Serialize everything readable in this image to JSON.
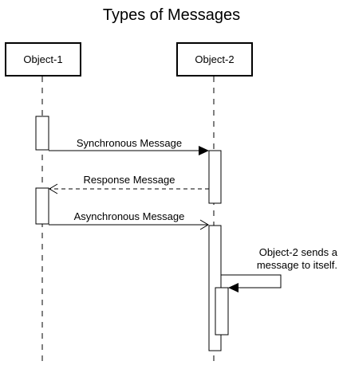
{
  "title": "Types of Messages",
  "participants": [
    {
      "label": "Object-1"
    },
    {
      "label": "Object-2"
    }
  ],
  "messages": [
    {
      "label": "Synchronous Message",
      "kind": "synchronous"
    },
    {
      "label": "Response Message",
      "kind": "response"
    },
    {
      "label": "Asynchronous Message",
      "kind": "asynchronous"
    },
    {
      "label_lines": [
        "Object-2 sends a",
        "message to itself."
      ],
      "kind": "self"
    }
  ]
}
